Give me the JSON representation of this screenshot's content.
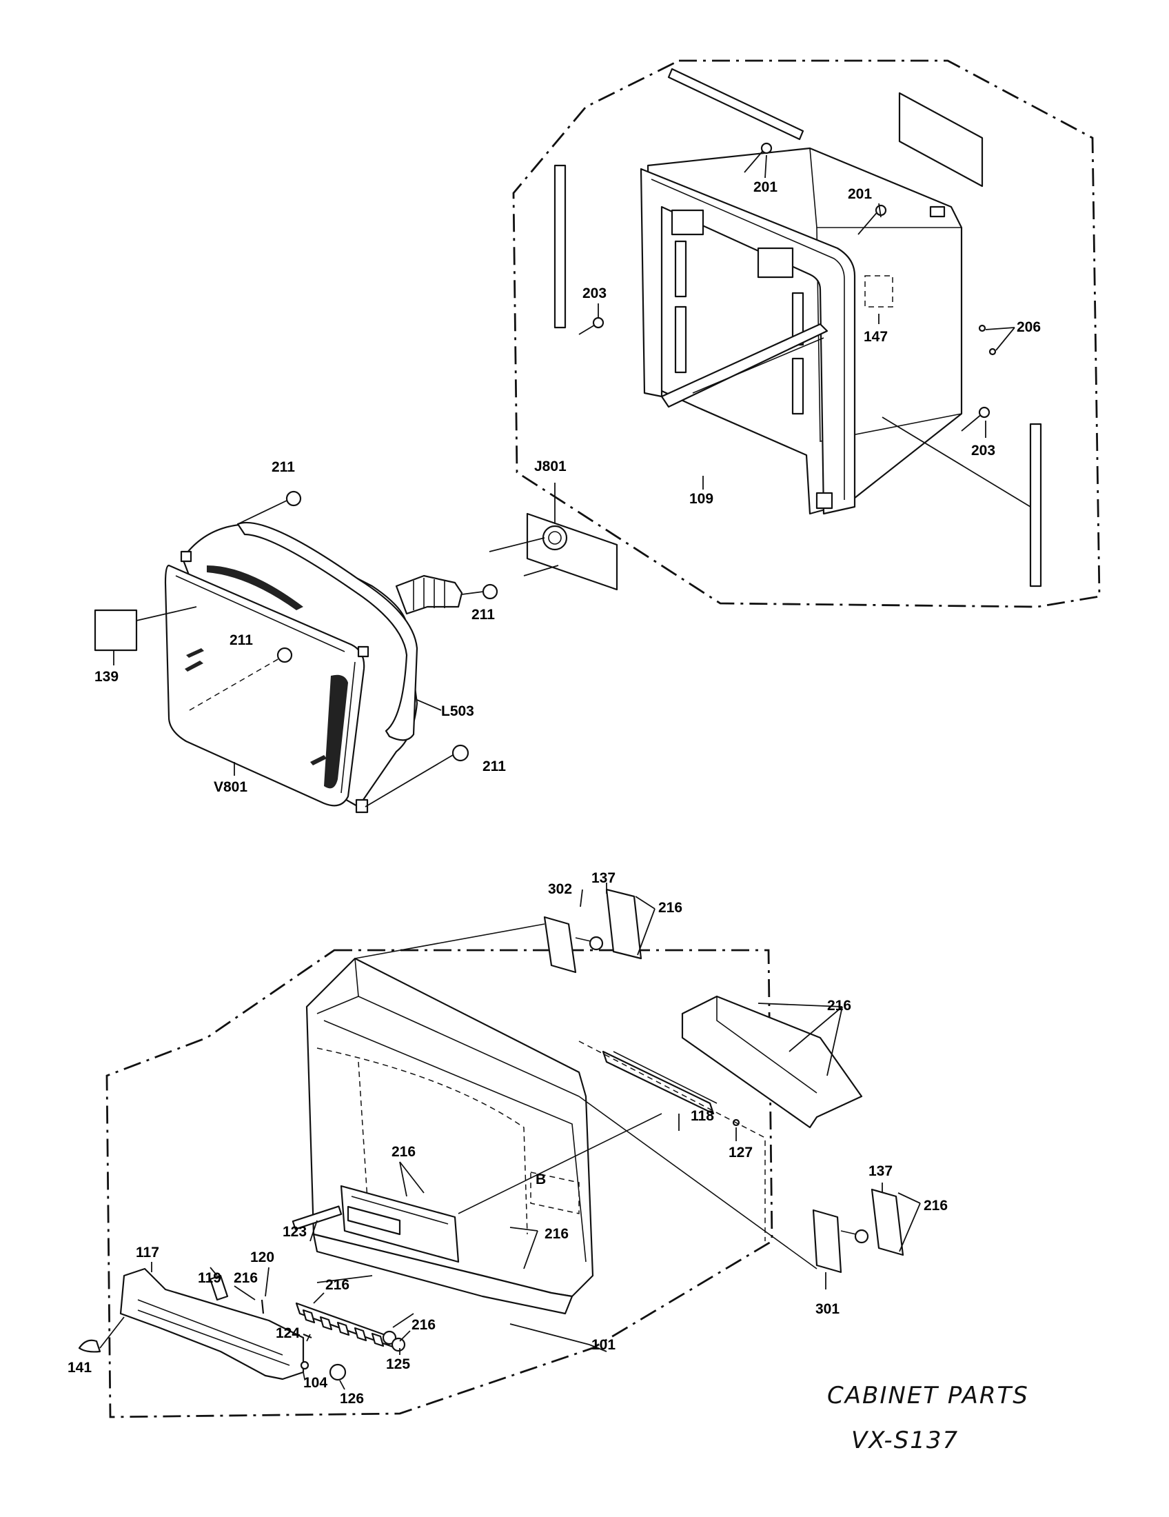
{
  "caption": {
    "title": "CABINET PARTS",
    "model": "VX-S137"
  },
  "parts": {
    "p101": "101",
    "p104": "104",
    "p109": "109",
    "p117": "117",
    "p118": "118",
    "p119": "119",
    "p120": "120",
    "p123": "123",
    "p124": "124",
    "p125": "125",
    "p126": "126",
    "p127": "127",
    "p137": "137",
    "p139": "139",
    "p141": "141",
    "p147": "147",
    "p201": "201",
    "p203": "203",
    "p206": "206",
    "p211": "211",
    "p216": "216",
    "p301": "301",
    "p302": "302",
    "pB": "B",
    "pJ801": "J801",
    "pL503": "L503",
    "pV801": "V801"
  }
}
